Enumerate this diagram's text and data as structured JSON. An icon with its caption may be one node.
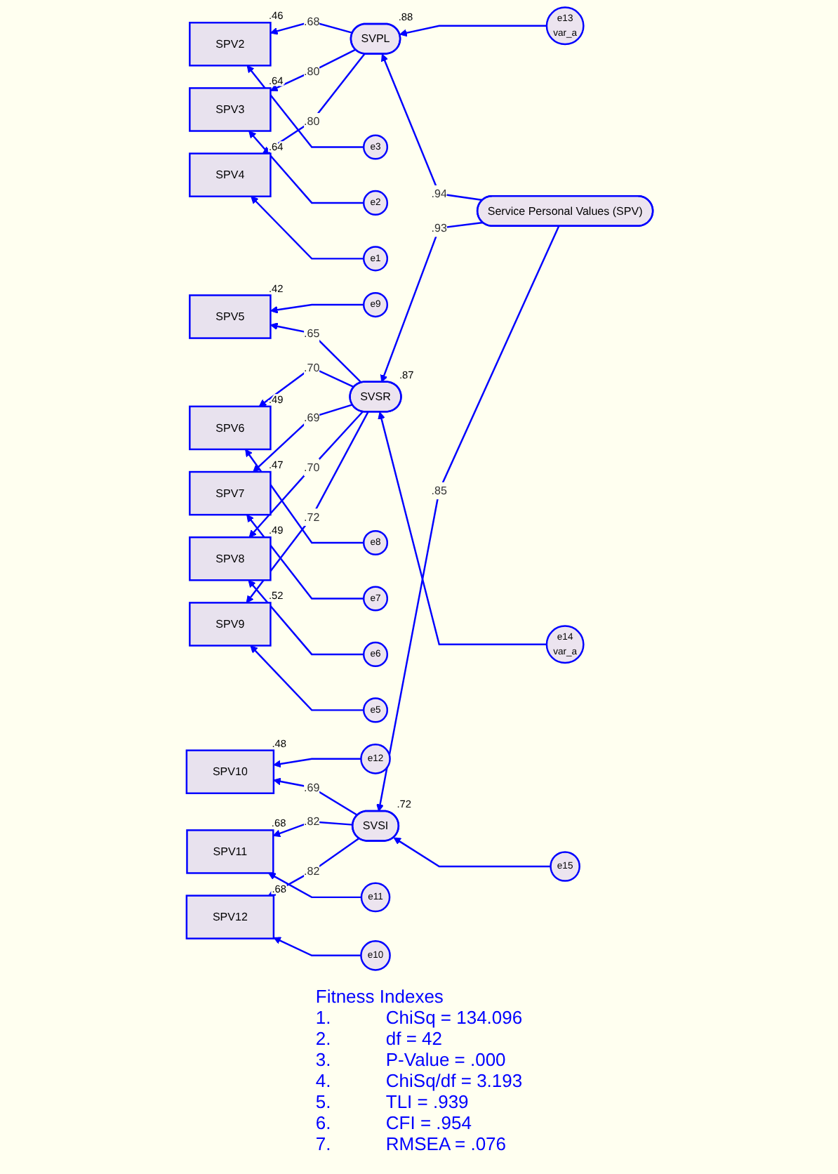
{
  "diagram": {
    "nodes": [
      {
        "text": [
          "e13",
          "var_a"
        ]
      },
      {
        "text": [
          "SVPL"
        ],
        "beside": [
          ".88"
        ]
      },
      {
        "text": [
          "e3"
        ]
      },
      {
        "text": [
          "SPV2"
        ],
        "beside": [
          ".46"
        ]
      },
      {
        "text": [
          "e2"
        ]
      },
      {
        "text": [
          "SPV3"
        ],
        "beside": [
          ".64"
        ]
      },
      {
        "text": [
          "e1"
        ]
      },
      {
        "text": [
          "SPV4"
        ],
        "beside": [
          ".64"
        ]
      },
      {
        "text": [
          "e9"
        ]
      },
      {
        "text": [
          "SPV5"
        ],
        "beside": [
          ".42"
        ]
      },
      {
        "text": [
          "e14",
          "var_a"
        ]
      },
      {
        "text": [
          "SVSR"
        ],
        "beside": [
          ".87"
        ]
      },
      {
        "text": [
          "Service Personal Values (SPV)"
        ]
      },
      {
        "text": [
          "e8"
        ]
      },
      {
        "text": [
          "SPV6"
        ],
        "beside": [
          ".49"
        ]
      },
      {
        "text": [
          "e7"
        ]
      },
      {
        "text": [
          "SPV7"
        ],
        "beside": [
          ".47"
        ]
      },
      {
        "text": [
          "e6"
        ]
      },
      {
        "text": [
          "SPV8"
        ],
        "beside": [
          ".49"
        ]
      },
      {
        "text": [
          "e5"
        ]
      },
      {
        "text": [
          "SPV9"
        ],
        "beside": [
          ".52"
        ]
      },
      {
        "text": [
          "e15"
        ]
      },
      {
        "text": [
          "e12"
        ]
      },
      {
        "text": [
          "SPV10"
        ],
        "beside": [
          ".48"
        ]
      },
      {
        "text": [
          "SVSI"
        ],
        "beside": [
          ".72"
        ]
      },
      {
        "text": [
          "e11"
        ]
      },
      {
        "text": [
          "SPV11"
        ],
        "beside": [
          ".68"
        ]
      },
      {
        "text": [
          "e10"
        ]
      },
      {
        "text": [
          "SPV12"
        ],
        "beside": [
          ".68"
        ]
      }
    ],
    "edges": [
      {
        "from": 12,
        "to": 1,
        "arrow": "to",
        "label": ".94"
      },
      {
        "from": 12,
        "to": 11,
        "arrow": "to",
        "label": ".93"
      },
      {
        "from": 12,
        "to": 24,
        "arrow": "to",
        "label": ".85"
      },
      {
        "from": 0,
        "to": 1,
        "arrow": "to"
      },
      {
        "from": 10,
        "to": 11,
        "arrow": "to"
      },
      {
        "from": 21,
        "to": 24,
        "arrow": "to"
      },
      {
        "from": 1,
        "to": 3,
        "arrow": "to",
        "label": ".68"
      },
      {
        "from": 1,
        "to": 5,
        "arrow": "to",
        "label": ".80"
      },
      {
        "from": 1,
        "to": 7,
        "arrow": "to",
        "label": ".80"
      },
      {
        "from": 11,
        "to": 9,
        "arrow": "to",
        "label": ".65"
      },
      {
        "from": 11,
        "to": 14,
        "arrow": "to",
        "label": ".70"
      },
      {
        "from": 11,
        "to": 16,
        "arrow": "to",
        "label": ".69"
      },
      {
        "from": 11,
        "to": 18,
        "arrow": "to",
        "label": ".70"
      },
      {
        "from": 11,
        "to": 20,
        "arrow": "to",
        "label": ".72"
      },
      {
        "from": 24,
        "to": 23,
        "arrow": "to",
        "label": ".69"
      },
      {
        "from": 24,
        "to": 26,
        "arrow": "to",
        "label": ".82"
      },
      {
        "from": 24,
        "to": 28,
        "arrow": "to",
        "label": ".82"
      },
      {
        "from": 2,
        "to": 3,
        "arrow": "to"
      },
      {
        "from": 4,
        "to": 5,
        "arrow": "to"
      },
      {
        "from": 6,
        "to": 7,
        "arrow": "to"
      },
      {
        "from": 8,
        "to": 9,
        "arrow": "to"
      },
      {
        "from": 13,
        "to": 14,
        "arrow": "to"
      },
      {
        "from": 15,
        "to": 16,
        "arrow": "to"
      },
      {
        "from": 17,
        "to": 18,
        "arrow": "to"
      },
      {
        "from": 19,
        "to": 20,
        "arrow": "to"
      },
      {
        "from": 22,
        "to": 23,
        "arrow": "to"
      },
      {
        "from": 25,
        "to": 26,
        "arrow": "to"
      },
      {
        "from": 27,
        "to": 28,
        "arrow": "to"
      }
    ],
    "labels": [
      "Fitness Indexes",
      "1.",
      "ChiSq = 134.096",
      "2.",
      "df = 42",
      "3.",
      "P-Value = .000",
      "4.",
      "ChiSq/df = 3.193",
      "5.",
      "TLI = .939",
      "6.",
      "CFI = .954",
      "7.",
      "RMSEA = .076"
    ]
  }
}
